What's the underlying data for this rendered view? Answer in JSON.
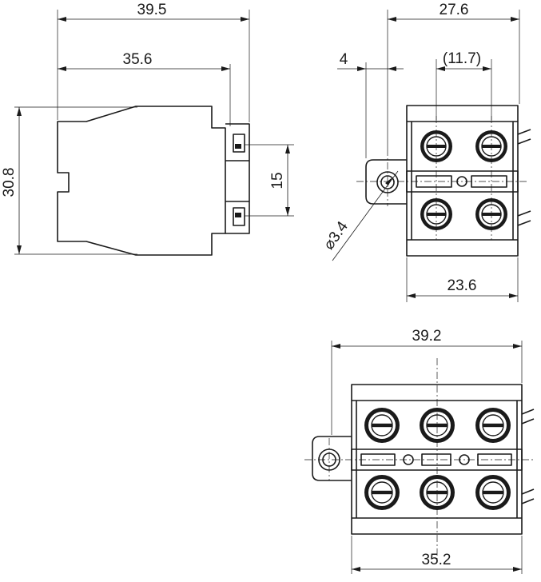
{
  "views": {
    "side": {
      "dim_width_total": "39.5",
      "dim_width_body": "35.6",
      "dim_height": "30.8",
      "dim_terminal_pitch": "15"
    },
    "front_two_pole": {
      "dim_width_total": "27.6",
      "dim_mount_offset": "4",
      "dim_screw_pitch": "(11.7)",
      "dim_hole": "⌀3.4",
      "dim_width_body": "23.6"
    },
    "front_three_pole": {
      "dim_width_total": "39.2",
      "dim_width_body": "35.2"
    }
  }
}
